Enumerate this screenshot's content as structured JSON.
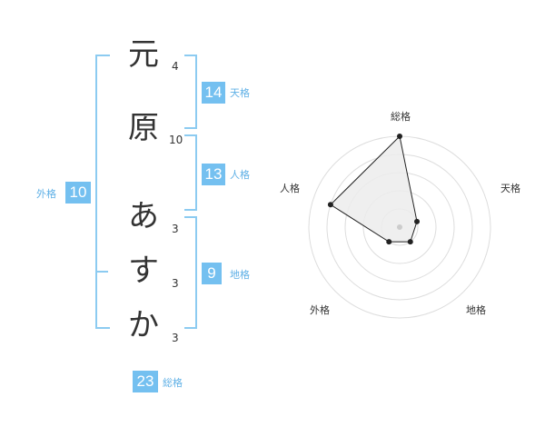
{
  "name": {
    "characters": [
      {
        "char": "元",
        "strokes": "4"
      },
      {
        "char": "原",
        "strokes": "10"
      },
      {
        "char": "あ",
        "strokes": "3"
      },
      {
        "char": "す",
        "strokes": "3"
      },
      {
        "char": "か",
        "strokes": "3"
      }
    ]
  },
  "fortunes": {
    "tenkaku": {
      "label": "天格",
      "value": "14"
    },
    "jinkaku": {
      "label": "人格",
      "value": "13"
    },
    "chikaku": {
      "label": "地格",
      "value": "9"
    },
    "gaikaku": {
      "label": "外格",
      "value": "10"
    },
    "soukaku": {
      "label": "総格",
      "value": "23"
    }
  },
  "radar": {
    "axes": [
      "総格",
      "天格",
      "地格",
      "外格",
      "人格"
    ],
    "levels": 5,
    "max": 5,
    "values": [
      5,
      1,
      1,
      1,
      4
    ],
    "colors": {
      "grid": "#dddddd",
      "fill": "#ececec",
      "line": "#222222",
      "dot": "#222222",
      "center": "#cccccc"
    }
  },
  "colors": {
    "accent": "#74c0f0",
    "bracket": "#8ccbf1",
    "label": "#5fb0e6"
  }
}
